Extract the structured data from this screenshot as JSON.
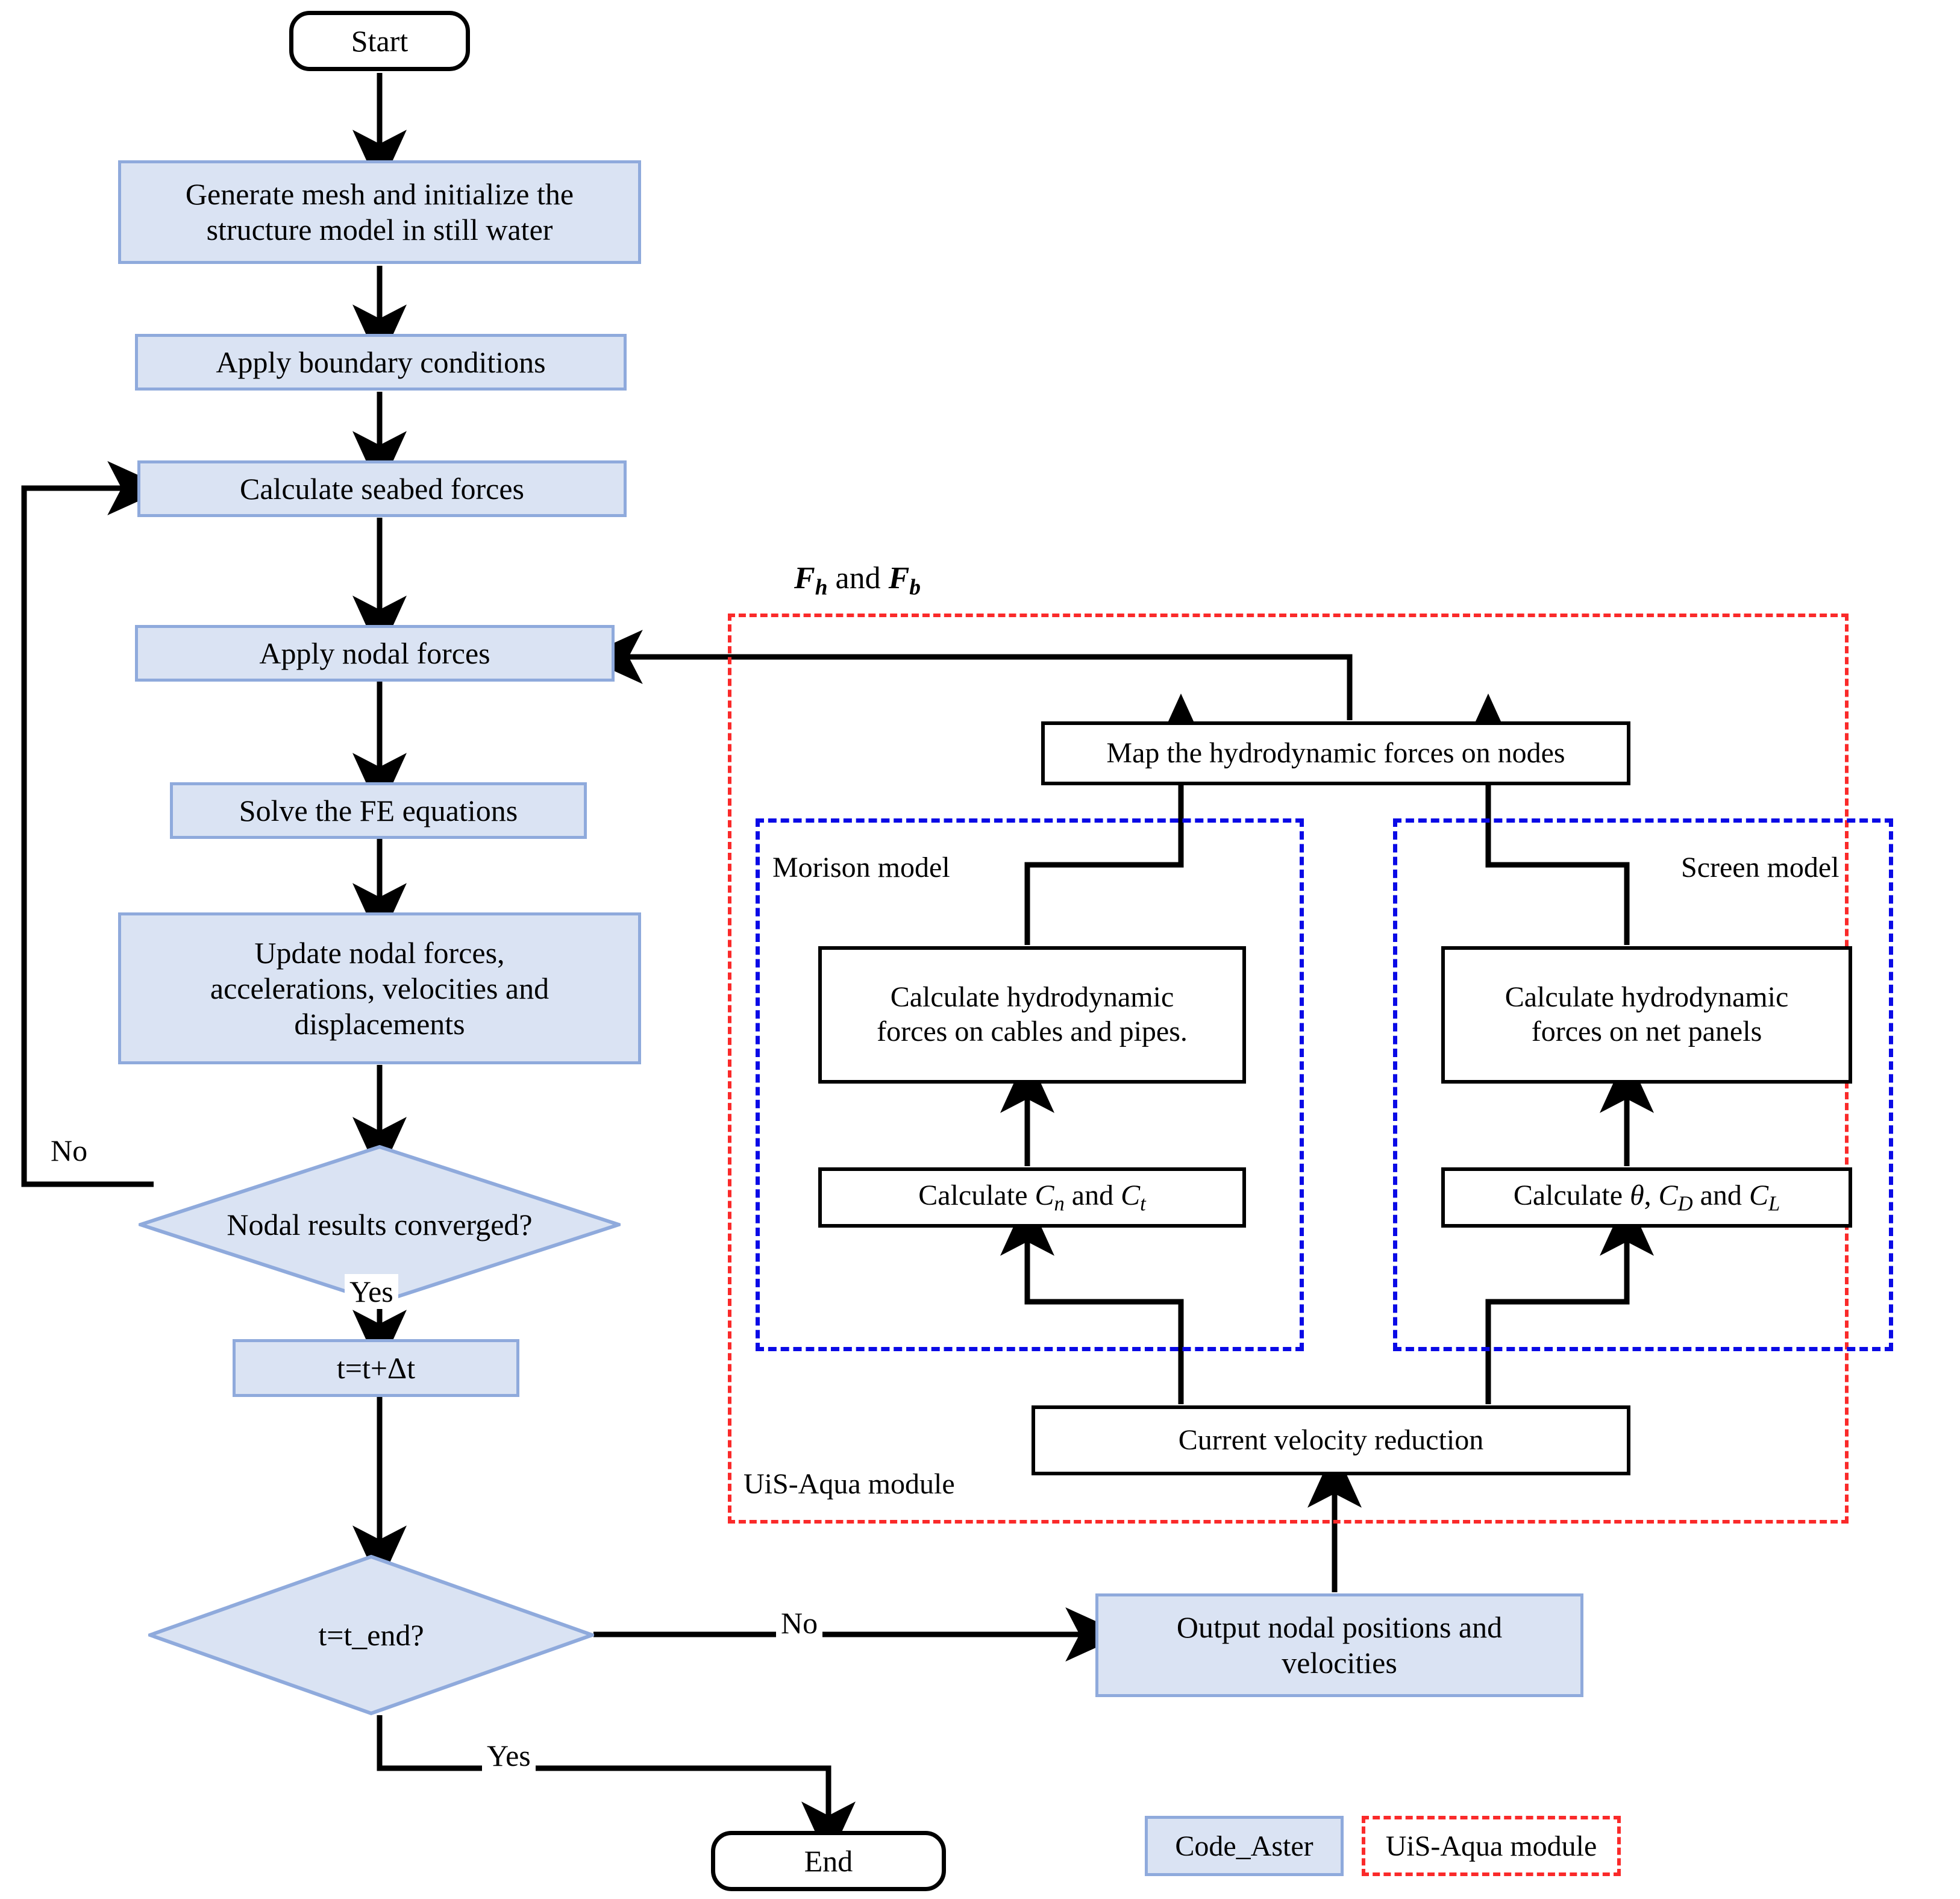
{
  "diagram": {
    "title": "Numerical simulation flowchart coupling Code_Aster with the UiS-Aqua module",
    "colors": {
      "code_aster_fill": "#dae3f3",
      "code_aster_border": "#8faadc",
      "aqua_border": "#fa2a2a",
      "model_border": "#0a0ae6",
      "line": "#000000"
    }
  },
  "nodes": {
    "start": "Start",
    "generate_mesh": "Generate mesh and initialize the\nstructure model in still water",
    "boundary": "Apply boundary conditions",
    "seabed": "Calculate seabed forces",
    "nodal_forces": "Apply nodal forces",
    "fe_equations": "Solve the FE equations",
    "update": "Update nodal forces,\naccelerations, velocities and\ndisplacements",
    "converged": "Nodal results converged?",
    "timestep": "t=t+Δt",
    "t_end": "t=t_end?",
    "end": "End",
    "output": "Output nodal positions and\nvelocities",
    "map_forces": "Map the hydrodynamic forces on nodes",
    "morison_forces": "Calculate hydrodynamic\nforces on cables and pipes.",
    "morison_coeffs": "Calculate Cn and Ct",
    "screen_forces": "Calculate hydrodynamic\nforces on net panels",
    "screen_coeffs": "Calculate θ, CD and CL",
    "current_reduction": "Current velocity reduction"
  },
  "groups": {
    "aqua_module": "UiS-Aqua module",
    "morison_model": "Morison model",
    "screen_model": "Screen model"
  },
  "edge_labels": {
    "converged_no": "No",
    "converged_yes": "Yes",
    "t_end_no": "No",
    "t_end_yes": "Yes",
    "forces_feedback": "Fh and Fb"
  },
  "legend": {
    "code_aster": "Code_Aster",
    "uis_aqua": "UiS-Aqua module"
  }
}
